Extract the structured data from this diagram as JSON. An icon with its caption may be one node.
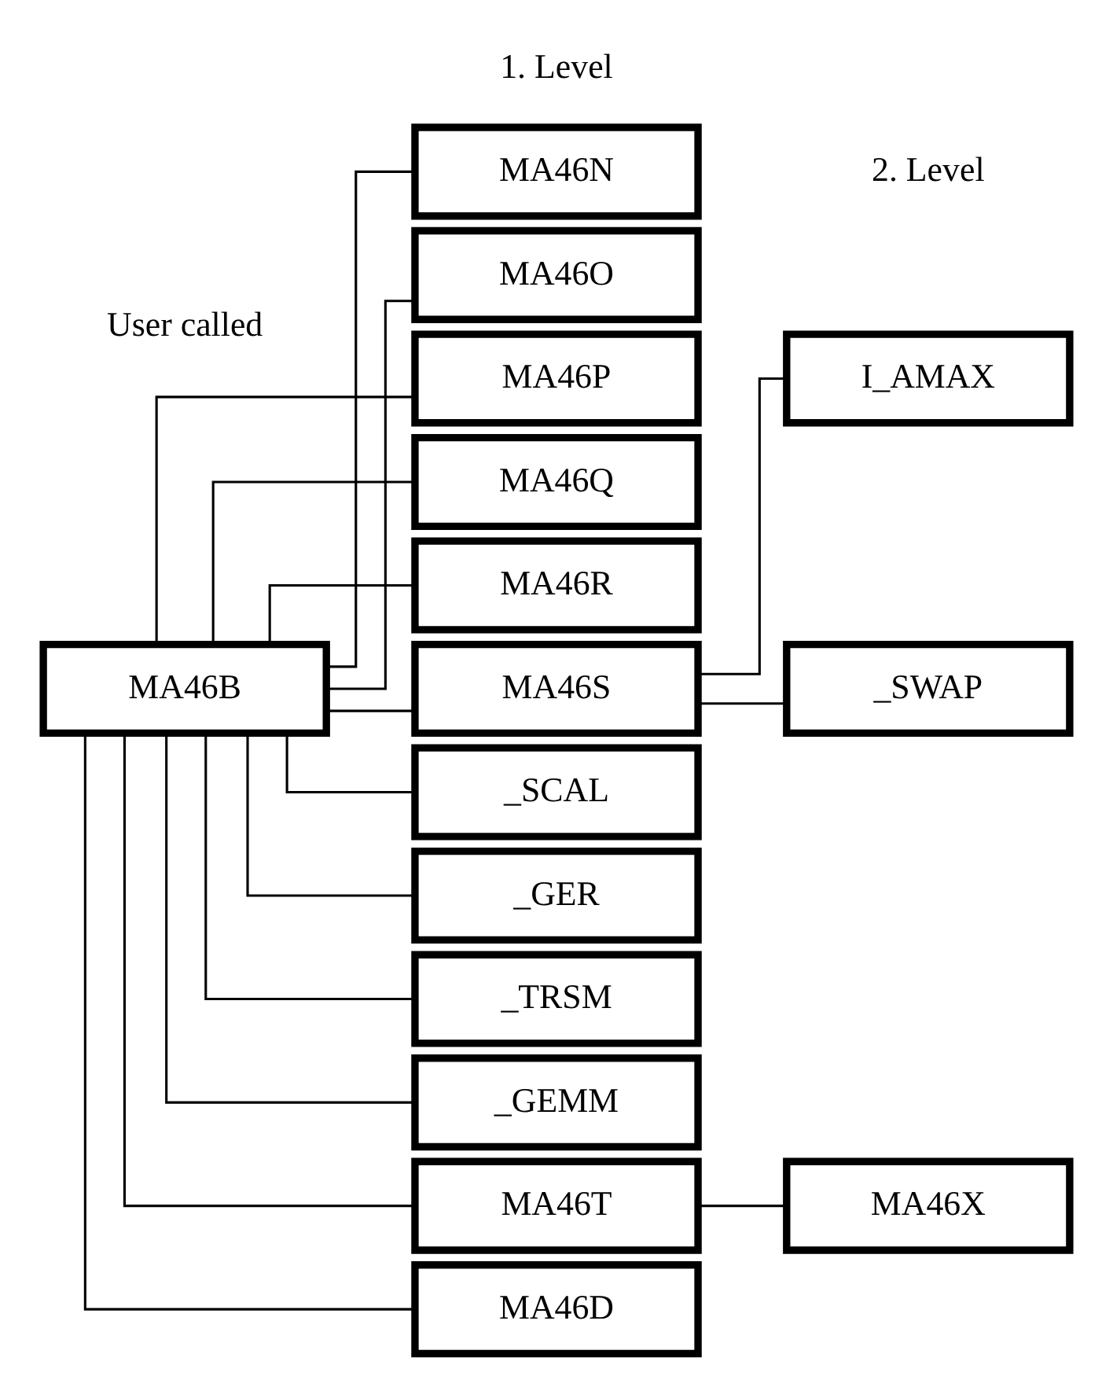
{
  "diagram": {
    "nodes": [
      {
        "text": [
          "MA46B"
        ]
      },
      {
        "text": [
          "MA46D"
        ]
      },
      {
        "text": [
          "MA46N"
        ]
      },
      {
        "text": [
          "MA46O"
        ]
      },
      {
        "text": [
          "MA46P"
        ]
      },
      {
        "text": [
          "MA46Q"
        ]
      },
      {
        "text": [
          "MA46R"
        ]
      },
      {
        "text": [
          "MA46S"
        ]
      },
      {
        "text": [
          "I_AMAX"
        ]
      },
      {
        "text": [
          "_SWAP"
        ]
      },
      {
        "text": [
          "_SCAL"
        ]
      },
      {
        "text": [
          "_GER"
        ]
      },
      {
        "text": [
          "_TRSM"
        ]
      },
      {
        "text": [
          "_GEMM"
        ]
      },
      {
        "text": [
          "MA46T"
        ]
      },
      {
        "text": [
          "MA46X"
        ]
      }
    ],
    "edges": [
      {
        "from": 0,
        "to": 1,
        "arrow": "none"
      },
      {
        "from": 0,
        "to": 2,
        "arrow": "none"
      },
      {
        "from": 0,
        "to": 3,
        "arrow": "none"
      },
      {
        "from": 0,
        "to": 4,
        "arrow": "none"
      },
      {
        "from": 0,
        "to": 5,
        "arrow": "none"
      },
      {
        "from": 0,
        "to": 6,
        "arrow": "none"
      },
      {
        "from": 0,
        "to": 7,
        "arrow": "none"
      },
      {
        "from": 7,
        "to": 8,
        "arrow": "none"
      },
      {
        "from": 7,
        "to": 9,
        "arrow": "none"
      },
      {
        "from": 0,
        "to": 10,
        "arrow": "none"
      },
      {
        "from": 0,
        "to": 11,
        "arrow": "none"
      },
      {
        "from": 0,
        "to": 12,
        "arrow": "none"
      },
      {
        "from": 0,
        "to": 13,
        "arrow": "none"
      },
      {
        "from": 0,
        "to": 14,
        "arrow": "none"
      },
      {
        "from": 14,
        "to": 15,
        "arrow": "none"
      }
    ],
    "labels": [
      "User called",
      "1. Level",
      "2. Level"
    ]
  }
}
